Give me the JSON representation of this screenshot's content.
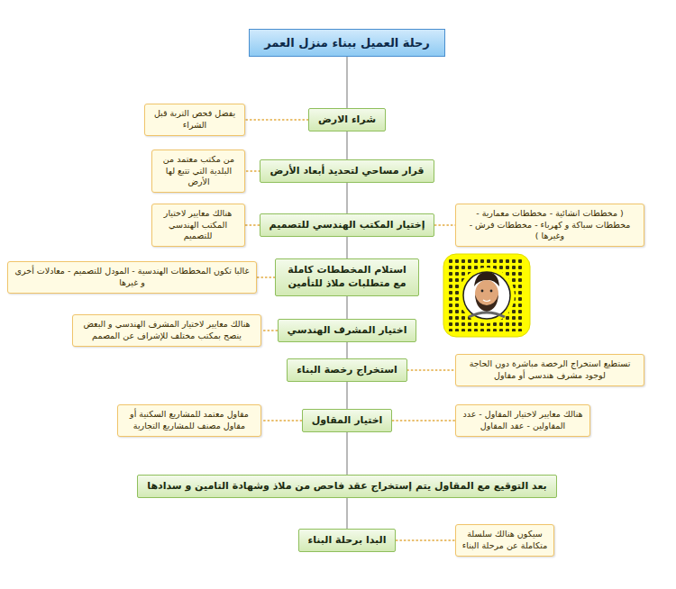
{
  "diagram": {
    "nodes": [
      {
        "text": [
          "رحلة العميل ببناء منزل العمر"
        ]
      },
      {
        "text": [
          "شراء الارض"
        ]
      },
      {
        "text": [
          "يفضل فحص التربة قبل الشراء"
        ]
      },
      {
        "text": [
          "قرار مساحي لتحديد أبعاد الأرض"
        ]
      },
      {
        "text": [
          "من مكتب معتمد من البلدية التي تتبع لها الأرض"
        ]
      },
      {
        "text": [
          "إختيار المكتب الهندسي للتصميم"
        ]
      },
      {
        "text": [
          "هنالك معايير لاختيار المكتب الهندسي للتصميم"
        ]
      },
      {
        "text": [
          "( مخططات انشائية - مخططات معمارية - مخططات سباكة و كهرباء - مخططات فرش - وغيرها )"
        ]
      },
      {
        "text": [
          "استلام المخططات كاملة مع متطلبات ملاذ للتأمين"
        ]
      },
      {
        "text": [
          "غالبا تكون المخططات الهندسية - المودل للتصميم - معادلات أخرى و غيرها"
        ]
      },
      {
        "text": [
          "اختيار المشرف الهندسي"
        ]
      },
      {
        "text": [
          "هنالك معايير لاختيار المشرف الهندسي و البعض ينصح بمكتب مختلف للإشراف عن المصمم"
        ]
      },
      {
        "text": [
          "استخراج رخصة البناء"
        ]
      },
      {
        "text": [
          "تستطيع استخراج الرخصة مباشرة دون الحاجة لوجود مشرف هندسي أو مقاول"
        ]
      },
      {
        "text": [
          "اختيار المقاول"
        ]
      },
      {
        "text": [
          "مقاول معتمد للمشاريع السكنية أو مقاول مصنف للمشاريع التجارية"
        ]
      },
      {
        "text": [
          "هنالك معايير لاختيار المقاول - عدد المقاولين - عقد المقاول"
        ]
      },
      {
        "text": [
          "بعد التوقيع مع المقاول يتم إستخراج عقد فاحص من ملاذ وشهادة التامين و سدادها"
        ]
      },
      {
        "text": [
          "البدا برحلة البناء"
        ]
      },
      {
        "text": [
          "سيكون هنالك سلسلة متكاملة عن مرحلة البناء"
        ]
      }
    ],
    "edges": [
      {
        "from": 0,
        "to": 1,
        "arrow": "none"
      },
      {
        "from": 1,
        "to": 3,
        "arrow": "none"
      },
      {
        "from": 3,
        "to": 5,
        "arrow": "none"
      },
      {
        "from": 5,
        "to": 8,
        "arrow": "none"
      },
      {
        "from": 8,
        "to": 10,
        "arrow": "none"
      },
      {
        "from": 10,
        "to": 12,
        "arrow": "none"
      },
      {
        "from": 12,
        "to": 14,
        "arrow": "none"
      },
      {
        "from": 14,
        "to": 17,
        "arrow": "none"
      },
      {
        "from": 17,
        "to": 18,
        "arrow": "none"
      },
      {
        "from": 1,
        "to": 2,
        "arrow": "none"
      },
      {
        "from": 3,
        "to": 4,
        "arrow": "none"
      },
      {
        "from": 5,
        "to": 6,
        "arrow": "none"
      },
      {
        "from": 5,
        "to": 7,
        "arrow": "none"
      },
      {
        "from": 8,
        "to": 9,
        "arrow": "none"
      },
      {
        "from": 10,
        "to": 11,
        "arrow": "none"
      },
      {
        "from": 12,
        "to": 13,
        "arrow": "none"
      },
      {
        "from": 14,
        "to": 15,
        "arrow": "none"
      },
      {
        "from": 14,
        "to": 16,
        "arrow": "none"
      },
      {
        "from": 18,
        "to": 19,
        "arrow": "none"
      }
    ]
  }
}
